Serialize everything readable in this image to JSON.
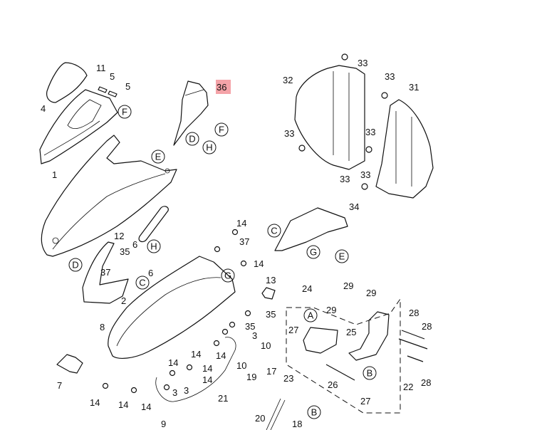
{
  "diagram": {
    "title": "Exploded parts diagram - front cowling / cover assembly",
    "highlight_color": "#f4a3a8",
    "callouts": [
      {
        "id": "c1",
        "text": "1"
      },
      {
        "id": "c2",
        "text": "2"
      },
      {
        "id": "c3a",
        "text": "3"
      },
      {
        "id": "c3b",
        "text": "3"
      },
      {
        "id": "c3c",
        "text": "3"
      },
      {
        "id": "c4",
        "text": "4"
      },
      {
        "id": "c5a",
        "text": "5"
      },
      {
        "id": "c5b",
        "text": "5"
      },
      {
        "id": "c6a",
        "text": "6"
      },
      {
        "id": "c6b",
        "text": "6"
      },
      {
        "id": "c7",
        "text": "7"
      },
      {
        "id": "c8",
        "text": "8"
      },
      {
        "id": "c9",
        "text": "9"
      },
      {
        "id": "c10a",
        "text": "10"
      },
      {
        "id": "c10b",
        "text": "10"
      },
      {
        "id": "c11",
        "text": "11"
      },
      {
        "id": "c12",
        "text": "12"
      },
      {
        "id": "c13",
        "text": "13"
      },
      {
        "id": "c14a",
        "text": "14"
      },
      {
        "id": "c14b",
        "text": "14"
      },
      {
        "id": "c14c",
        "text": "14"
      },
      {
        "id": "c14d",
        "text": "14"
      },
      {
        "id": "c14e",
        "text": "14"
      },
      {
        "id": "c14f",
        "text": "14"
      },
      {
        "id": "c14g",
        "text": "14"
      },
      {
        "id": "c14h",
        "text": "14"
      },
      {
        "id": "c14i",
        "text": "14"
      },
      {
        "id": "c14j",
        "text": "14"
      },
      {
        "id": "c17",
        "text": "17"
      },
      {
        "id": "c18",
        "text": "18"
      },
      {
        "id": "c19",
        "text": "19"
      },
      {
        "id": "c20",
        "text": "20"
      },
      {
        "id": "c21",
        "text": "21"
      },
      {
        "id": "c22",
        "text": "22"
      },
      {
        "id": "c23",
        "text": "23"
      },
      {
        "id": "c24",
        "text": "24"
      },
      {
        "id": "c25",
        "text": "25"
      },
      {
        "id": "c26",
        "text": "26"
      },
      {
        "id": "c27a",
        "text": "27"
      },
      {
        "id": "c27b",
        "text": "27"
      },
      {
        "id": "c28a",
        "text": "28"
      },
      {
        "id": "c28b",
        "text": "28"
      },
      {
        "id": "c28c",
        "text": "28"
      },
      {
        "id": "c29a",
        "text": "29"
      },
      {
        "id": "c29b",
        "text": "29"
      },
      {
        "id": "c29c",
        "text": "29"
      },
      {
        "id": "c31",
        "text": "31"
      },
      {
        "id": "c32",
        "text": "32"
      },
      {
        "id": "c33a",
        "text": "33"
      },
      {
        "id": "c33b",
        "text": "33"
      },
      {
        "id": "c33c",
        "text": "33"
      },
      {
        "id": "c33d",
        "text": "33"
      },
      {
        "id": "c33e",
        "text": "33"
      },
      {
        "id": "c33f",
        "text": "33"
      },
      {
        "id": "c34",
        "text": "34"
      },
      {
        "id": "c35a",
        "text": "35"
      },
      {
        "id": "c35b",
        "text": "35"
      },
      {
        "id": "c35c",
        "text": "35"
      },
      {
        "id": "c36",
        "text": "36",
        "highlighted": true
      },
      {
        "id": "c37a",
        "text": "37"
      },
      {
        "id": "c37b",
        "text": "37"
      }
    ],
    "reference_markers": [
      {
        "id": "rF1",
        "text": "F"
      },
      {
        "id": "rF2",
        "text": "F"
      },
      {
        "id": "rE1",
        "text": "E"
      },
      {
        "id": "rE2",
        "text": "E"
      },
      {
        "id": "rD1",
        "text": "D"
      },
      {
        "id": "rD2",
        "text": "D"
      },
      {
        "id": "rH1",
        "text": "H"
      },
      {
        "id": "rH2",
        "text": "H"
      },
      {
        "id": "rC1",
        "text": "C"
      },
      {
        "id": "rC2",
        "text": "C"
      },
      {
        "id": "rG1",
        "text": "G"
      },
      {
        "id": "rG2",
        "text": "G"
      },
      {
        "id": "rA",
        "text": "A"
      },
      {
        "id": "rB1",
        "text": "B"
      },
      {
        "id": "rB2",
        "text": "B"
      }
    ]
  }
}
